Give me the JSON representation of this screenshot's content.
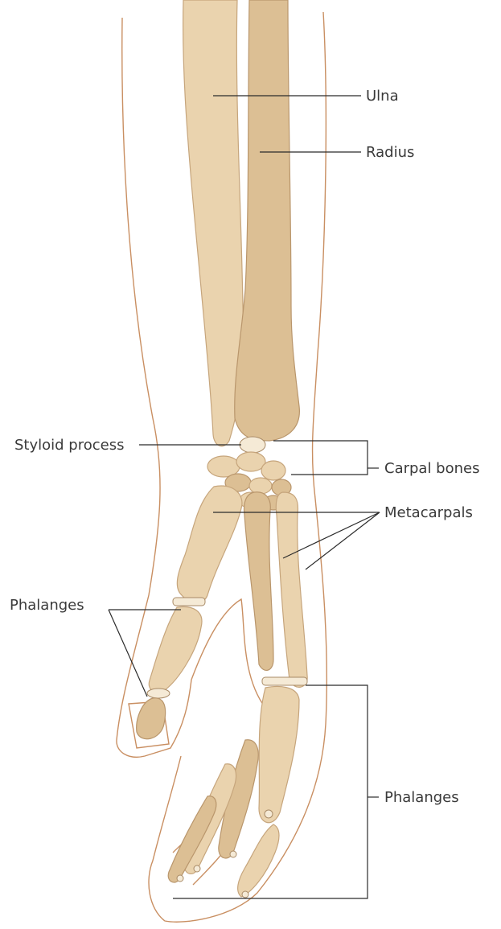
{
  "labels": {
    "ulna": "Ulna",
    "radius": "Radius",
    "styloid_process": "Styloid process",
    "carpal_bones": "Carpal bones",
    "metacarpals": "Metacarpals",
    "phalanges_thumb": "Phalanges",
    "phalanges_fingers": "Phalanges"
  },
  "colors": {
    "bone": "#ead3ae",
    "bone_shadow": "#dcbf94",
    "skin_outline": "#c98f62",
    "leader_line": "#2b2b2b",
    "label_text": "#3a3a3a"
  }
}
